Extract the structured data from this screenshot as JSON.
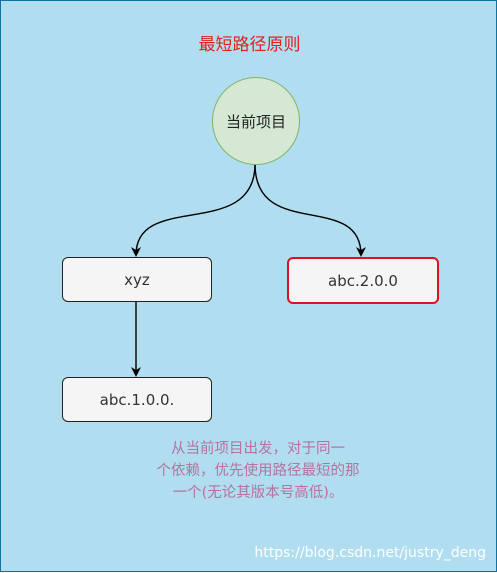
{
  "title": "最短路径原则",
  "nodes": {
    "root": "当前项目",
    "xyz": "xyz",
    "abc2": "abc.2.0.0",
    "abc1": "abc.1.0.0."
  },
  "note": {
    "line1": "从当前项目出发，对于同一",
    "line2": "个依赖，优先使用路径最短的那",
    "line3": "一个(无论其版本号高低)。"
  },
  "watermark": "https://blog.csdn.net/justry_deng",
  "colors": {
    "background": "#b1ddf0",
    "title": "#e02020",
    "highlight_border": "#e01020",
    "root_fill": "#d5e8d4",
    "note_text": "#b5739d"
  }
}
